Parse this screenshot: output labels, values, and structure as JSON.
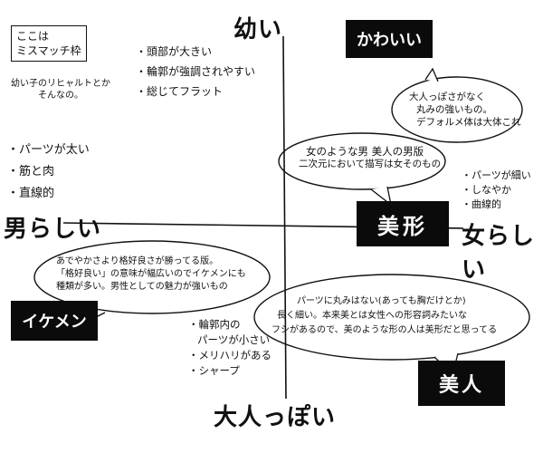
{
  "axes": {
    "top": "幼い",
    "bottom": "大人っぽい",
    "left": "男らしい",
    "right": "女らしい"
  },
  "corner_note": {
    "title_lines": [
      "ここは",
      "ミスマッチ枠"
    ],
    "body_lines": [
      "幼い子のリヒャルトとか",
      "そんなの。"
    ]
  },
  "categories": {
    "kawaii": "かわいい",
    "bikei": "美形",
    "ikemen": "イケメン",
    "bijin": "美人"
  },
  "lists": {
    "top_center": [
      "・頭部が大きい",
      "・輪郭が強調されやすい",
      "・総じてフラット"
    ],
    "left": [
      "・パーツが太い",
      "・筋と肉",
      "・直線的"
    ],
    "right": [
      "・パーツが細い",
      "・しなやか",
      "・曲線的"
    ],
    "bottom_center": [
      "・輪郭内の",
      "パーツが小さい",
      "・メリハリがある",
      "・シャープ"
    ]
  },
  "bubbles": {
    "kawaii": [
      "大人っぽさがなく",
      "丸みの強いもの。",
      "デフォルメ体は大体これ"
    ],
    "bikei": [
      "女のような男 美人の男版",
      "二次元において描写は女そのもの"
    ],
    "ikemen": [
      "あでやかさより格好良さが勝ってる版。",
      "「格好良い」の意味が幅広いのでイケメンにも",
      "種類が多い。男性としての魅力が強いもの"
    ],
    "bijin": [
      "パーツに丸みはない(あっても胸だけとか)",
      "長く細い。本来美とは女性への形容詞みたいな",
      "フシがあるので、美のような形の人は美形だと思ってる"
    ]
  }
}
